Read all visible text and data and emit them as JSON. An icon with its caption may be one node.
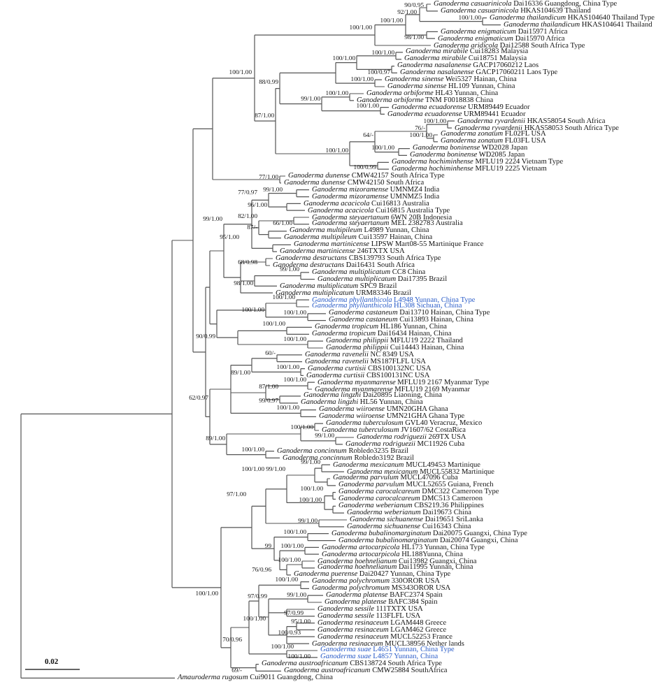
{
  "diagram": {
    "labels": [
      "*Ganoderma casuarinicola* Dai16336 Guangdong, China Type",
      "*Ganoderma casuarinicola* HKAS104639 Thailand",
      "*Ganoderma thailandicum* HKAS104640 Thailand Type",
      "*Ganoderma thailandicum* HKAS104641 Thailand",
      "*Ganoderma enigmaticum* Dai15971 Africa",
      "*Ganoderma enigmaticum* Dai15970 Africa",
      "*Ganoderma aridicola* Dai12588 South Africa Type",
      "*Ganoderma mirabile* Cui18283 Malaysia",
      "*Ganoderma mirabile* Cui18751 Malaysia",
      "*Ganoderma nasalanense* GACP17060212 Laos",
      "*Ganoderma nasalanense* GACP17060211 Laos Type",
      "*Ganoderma sinense* Wei5327 Hainan, China",
      "*Ganoderma sinense* HL109 Yunnan, China",
      "*Ganoderma orbiforme* HL43 Yunnan, China",
      "*Ganoderma orbiforme* TNM F0018838 China",
      "*Ganoderma ecuadorense* URM89449 Ecuador",
      "*Ganoderma ecuadorense* URM89441 Ecuador",
      "*Ganoderma ryvardenii* HKAS58054 South Africa",
      "*Ganoderma ryvardenii* HKAS58053 South Africa Type",
      "*Ganoderma zonatum* FL02FL USA",
      "*Ganoderma zonatum* FL03FL USA",
      "*Ganoderma boninense* WD2028 Japan",
      "*Ganoderma boninense* WD2085 Japan",
      "*Ganoderma hochiminhense* MFLU19 2224 Vietnam Type",
      "*Ganoderma hochiminhense* MFLU19 2225 Vietnam",
      "*Ganoderma dunense* CMW42157 South Africa Type",
      "*Ganoderma dunense* CMW42150 South Africa",
      "*Ganoderma mizoramense* UMNMZ4 India",
      "*Ganoderma mizoramense* UMNMZ5 India",
      "*Ganoderma acacicola* Cui16813 Australia",
      "*Ganoderma acacicola* Cui16815 Australia Type",
      "*Ganoderma steyaertanum* 6WN 20B Indonesia",
      "*Ganoderma steyaertanum* MEL 2382783 Australia",
      "*Ganoderma multipileum* L4989 Yunnan, China",
      "*Ganoderma multipileum* Cui13597 Hainan, China",
      "*Ganoderma martinicense* LIPSW Mart08-55 Martinique France",
      "*Ganoderma martinicense* 246TXTX USA",
      "*Ganoderma destructans* CBS139793 South Africa Type",
      "*Ganoderma destructans* Dai16431 South Africa",
      "*Ganoderma multiplicatum* CC8 China",
      "*Ganoderma multiplicatum* Dai17395 Brazil",
      "*Ganoderma multiplicatum* SPC9 Brazil",
      "*Ganoderma multiplicatum* URM83346 Brazil",
      "*Ganoderma phyllanthicola* L4948 Yunnan, China Type",
      "*Ganoderma phyllanthicola* HL308 Sichuan, China",
      "*Ganoderma castaneum* Dai13710 Hainan, China Type",
      "*Ganoderma castaneum* Cui13893 Hainan, China",
      "*Ganoderma tropicum* HL186 Yunnan, China",
      "*Ganoderma tropicum* Dai16434 Hainan, China",
      "*Ganoderma philippii* MFLU19 2222 Thailand",
      "*Ganoderma philippii* Cui14443 Hainan, China",
      "*Ganoderma ravenelii* NC 8349 USA",
      "*Ganoderma ravenelii* MS187FLFL USA",
      "*Ganoderma curtisii* CBS100132NC USA",
      "*Ganoderma curtisii* CBS100131NC USA",
      "*Ganoderma myanmarense* MFLU19 2167 Myanmar Type",
      "*Ganoderma myanmarense* MFLU19 2169 Myanmar",
      "*Ganoderma lingzhi* Dai20895 Liaoning, China",
      "*Ganoderma lingzhi* HL56 Yunnan, China",
      "*Ganoderma wiiroense* UMN20GHA Ghana",
      "*Ganoderma wiiroense* UMN21GHA Ghana Type",
      "*Ganoderma tuberculosum* GVL40 Veracruz, Mexico",
      "*Ganoderma tuberculosum* JV1607/62 CostaRica",
      "*Ganoderma rodriguezii* 269TX USA",
      "*Ganoderma rodriguezii* MC11926 Cuba",
      "*Ganoderma concinnum* Robledo3235 Brazil",
      "*Ganoderma concinnum* Robledo3192 Brazil",
      "*Ganoderma mexicanum* MUCL49453 Martinique",
      "*Ganoderma mexicanum* MUCL55832 Martinique",
      "*Ganoderma parvulum* MUCL47096 Cuba",
      "*Ganoderma parvulum* MUCL52655 Guiana, French",
      "*Ganoderma carocalcareum* DMC322 Cameroon Type",
      "*Ganoderma carocalcareum* DMC513 Cameroon",
      "*Ganoderma weberianum* CBS219.36 Philippines",
      "*Ganoderma weberianum* Dai19673 China",
      "*Ganoderma sichuanense* Dai19651 SriLanka",
      "*Ganoderma sichuanense* Cui16343 China",
      "*Ganoderma bubalinomarginatum* Dai20075 Guangxi, China Type",
      "*Ganoderma bubalinomarginatum* Dai20074 Guangxi, China",
      "*Ganoderma artocarpicola* HL173 Yunnan, China Type",
      "*Ganoderma artocarpicola* HL188Yunna, China",
      "*Ganoderma hoehnelianum* Cui13982 Guangxi, China",
      "*Ganoderma hoehnelianum* Dai11995 Yunnan, China",
      "*Ganoderma puerense* Dai20427 Yunnan, China Type",
      "*Ganoderma polychromum* 330OROR USA",
      "*Ganoderma polychromum* MS343OROR USA",
      "*Ganoderma platense* BAFC2374 Spain",
      "*Ganoderma platense* BAFC384 Spain",
      "*Ganoderma sessile* 111TXTX USA",
      "*Ganoderma sessile* 113FLFL USA",
      "*Ganoderma resinaceum* LGAM448 Greece",
      "*Ganoderma resinaceum* LGAM462 Greece",
      "*Ganoderma resinaceum* MUCL52253 France",
      "*Ganoderma resinaceum* MUCL38956 Nether lands",
      "*Ganoderma suae* L4651 Yunnan, China Type",
      "*Ganoderma suae* L4857 Yunnan, China",
      "*Ganoderma austroafricanum* CBS138724 South Africa Type",
      "*Ganoderma austroafricanum* CMW25884 SouthAfrica",
      "*Amauroderma rugosum* Cui9011 Guangdong, China",
      "90/0.95",
      "92/1.00",
      "100/1.00",
      "100/1.00",
      "100/1.00",
      "98/1.00",
      "100/1.00",
      "100/1.00",
      "100/1.00",
      "100/0.97",
      "100/1.00",
      "88/0.99",
      "100/1.00",
      "99/1.00",
      "100/1.00",
      "87/1.00",
      "100/1.00",
      "76/-",
      "64/-",
      "100/1.00",
      "100/1.00",
      "100/1.00",
      "100/0.99",
      "77/1.00",
      "77/0.97",
      "99/1.00",
      "96/1.00",
      "99/1.00",
      "82/1.00",
      "66/1.00",
      "87/-",
      "95/1.00",
      "68/0.98",
      "99/1.00",
      "98/1.00",
      "100/1.00",
      "100/1.00",
      "100/1.00",
      "90/0.99",
      "100/1.00",
      "100/1.00",
      "60/-",
      "100/1.00",
      "89/1.00",
      "100/1.00",
      "87/1.00",
      "62/0.97",
      "99/0.97",
      "100/1.00",
      "100/1.00",
      "99/1.00",
      "89/1.00",
      "100/1.00",
      "99/1.00",
      "100/1.00",
      "99/1.00",
      "100/1.00",
      "97/1.00",
      "100/1.00",
      "99/1.00",
      "100/1.00",
      "99",
      "100/1.00",
      "100/1.00",
      "76/0.96",
      "100/1.00",
      "100/1.00",
      "97/0.99",
      "99/1.00",
      "97/0.99",
      "100/1.00",
      "95/1.00",
      "100/0.93",
      "70/0.96",
      "100/1.00",
      "100/1.00",
      "69/-",
      "0.02"
    ]
  }
}
